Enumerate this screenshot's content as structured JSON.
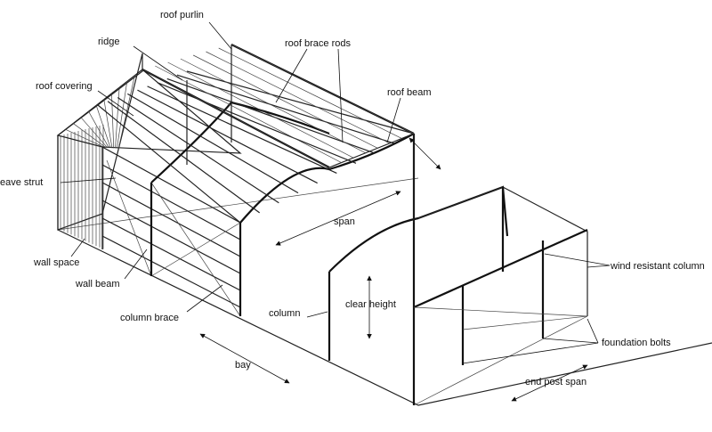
{
  "diagram": {
    "labels": {
      "roof_purlin": "roof purlin",
      "ridge": "ridge",
      "roof_brace_rods": "roof brace rods",
      "roof_covering": "roof covering",
      "roof_beam": "roof beam",
      "eave_strut": "eave strut",
      "span": "span",
      "wall_space": "wall space",
      "wall_beam": "wall beam",
      "column_brace": "column brace",
      "column": "column",
      "clear_height": "clear height",
      "wind_resistant_column": "wind resistant column",
      "foundation_bolts": "foundation bolts",
      "bay": "bay",
      "end_post_span": "end post span"
    }
  }
}
